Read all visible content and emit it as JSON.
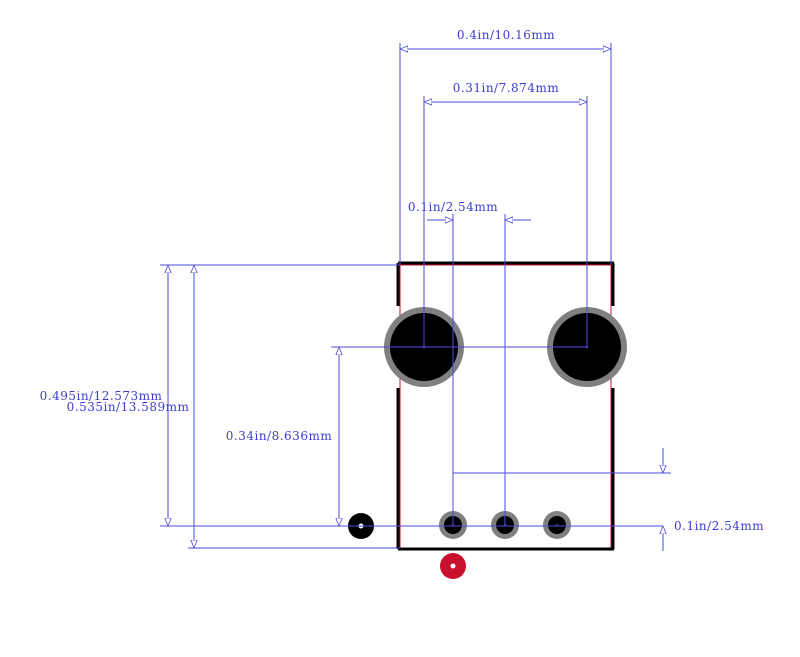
{
  "colors": {
    "dimension": "#4b4bd8",
    "outline": "#000000",
    "courtyard": "#c8102e",
    "pad_ring": "#808080",
    "pad_core": "#000000",
    "pin1_marker": "#c8102e"
  },
  "dimensions": {
    "width_total": "0.4in/10.16mm",
    "mount_hole_pitch": "0.31in/7.874mm",
    "pin_pitch_top": "0.1in/2.54mm",
    "height_a": "0.495in/12.573mm",
    "height_b": "0.535in/13.589mm",
    "hole_offset": "0.34in/8.636mm",
    "pin_pitch_right": "0.1in/2.54mm"
  }
}
